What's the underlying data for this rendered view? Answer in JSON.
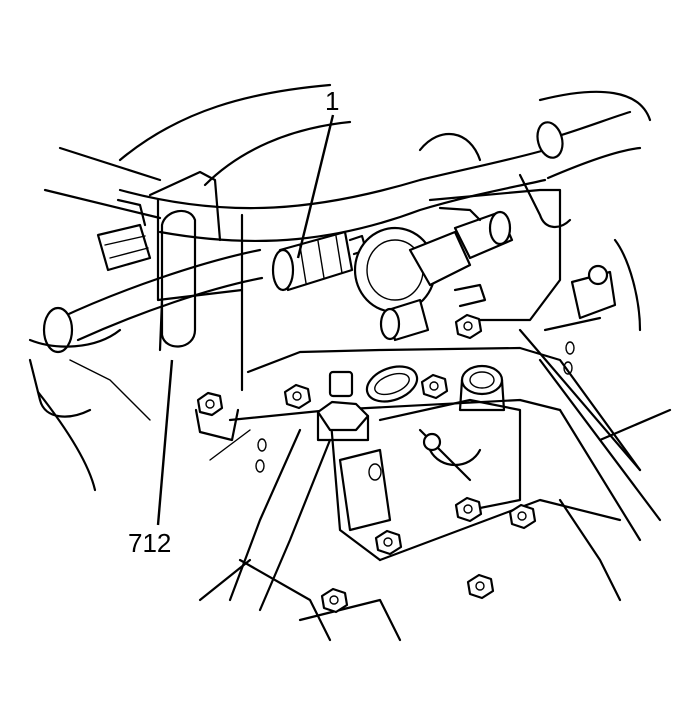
{
  "callouts": [
    {
      "id": "1",
      "label": "1"
    },
    {
      "id": "712",
      "label": "712"
    }
  ]
}
